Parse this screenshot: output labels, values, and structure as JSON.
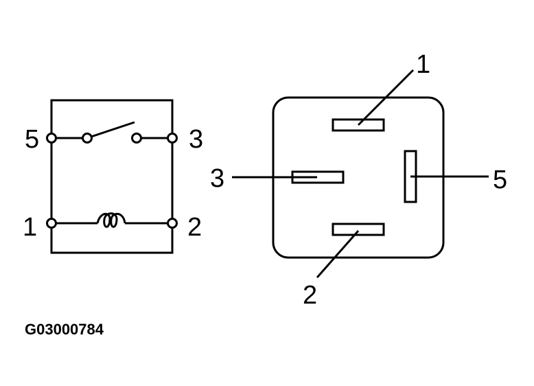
{
  "figure_code": "G03000784",
  "schematic": {
    "terminals": [
      "5",
      "3",
      "1",
      "2"
    ]
  },
  "connector": {
    "pins": [
      "1",
      "3",
      "5",
      "2"
    ]
  }
}
